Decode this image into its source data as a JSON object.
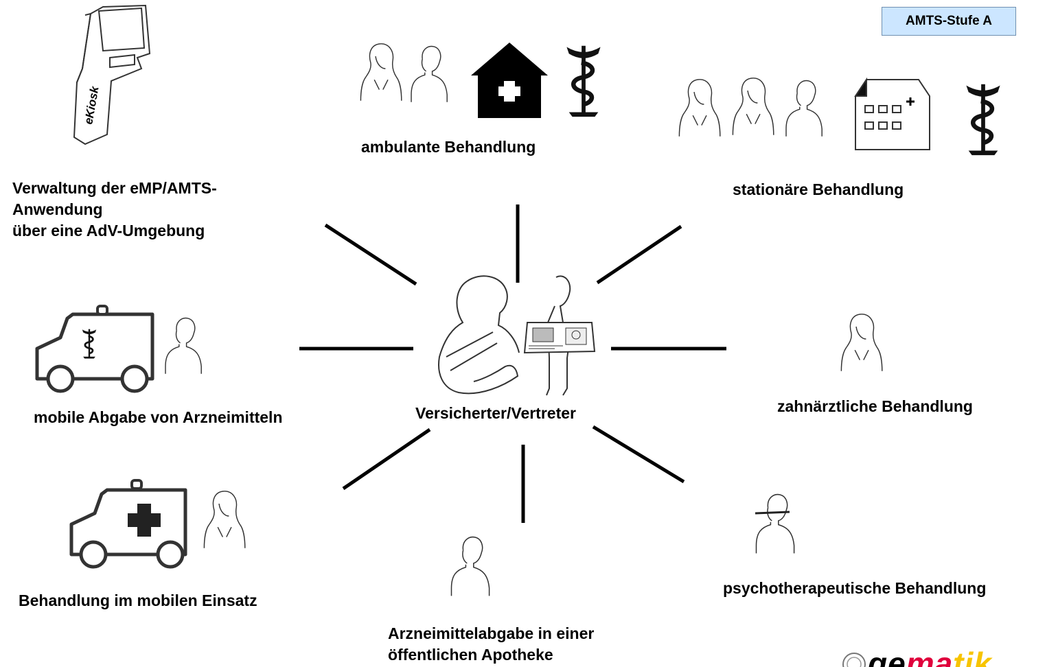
{
  "badge": {
    "label": "AMTS-Stufe A",
    "color": "#cce6ff"
  },
  "center": {
    "label": "Versicherter/Vertreter"
  },
  "nodes": {
    "admin": {
      "lines": [
        "Verwaltung der eMP/AMTS-",
        "Anwendung",
        "über eine AdV-Umgebung"
      ],
      "icon": "ekiosk-icon",
      "kiosk_text": "eKiosk"
    },
    "ambulant": {
      "label": "ambulante Behandlung"
    },
    "stationaer": {
      "label": "stationäre Behandlung"
    },
    "mobile_dispense": {
      "label": "mobile Abgabe von Arzneimitteln"
    },
    "dental": {
      "label": "zahnärztliche Behandlung"
    },
    "mobile_care": {
      "label": "Behandlung im mobilen Einsatz"
    },
    "pharmacy": {
      "lines": [
        "Arzneimittelabgabe in einer",
        "öffentlichen Apotheke"
      ]
    },
    "psycho": {
      "label": "psychotherapeutische Behandlung"
    }
  },
  "logo": {
    "part1": "ge",
    "part2": "ma",
    "part3": "tik",
    "colors": [
      "#000000",
      "#e0003c",
      "#f7c400"
    ]
  }
}
